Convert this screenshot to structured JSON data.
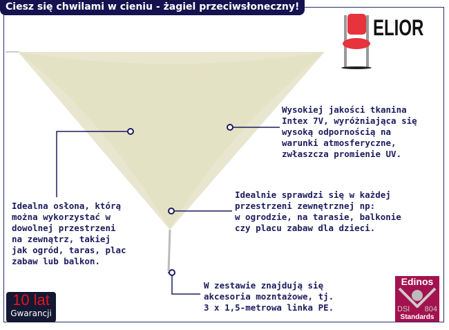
{
  "header": {
    "title": "Ciesz się chwilami w cieniu - żagiel przeciwsłoneczny!"
  },
  "brand": {
    "name": "ELIOR",
    "logo_icon": "red-chair-icon"
  },
  "callouts": [
    "Wysokiej jakości tkanina\nIntex 7V, wyróżniająca się\nwysoką odpornością na\nwarunki atmosferyczne,\nzwłaszcza promienie UV.",
    "Idealna osłona, którą\nmożna wykorzystać w\ndowolnej przestrzeni\nna zewnątrz, takiej\njak ogród, taras, plac\nzabaw lub balkon.",
    "Idealnie sprawdzi się w każdej\nprzestrzeni zewnętrznej np:\nw ogrodzie, na tarasie, balkonie\nczy placu zabaw dla dzieci.",
    "W zestawie znajdują się\nakcesoria mozntażowe, tj.\n3 x 1,5-metrowa linka PE."
  ],
  "warranty": {
    "years": "10 lat",
    "label": "Gwarancji"
  },
  "certificate": {
    "top": "Edinos",
    "left": "DSI",
    "right": "804",
    "bottom": "Standards"
  },
  "colors": {
    "navy": "#14134f",
    "sail": "#e8e6cf",
    "cert": "#a3124f"
  }
}
